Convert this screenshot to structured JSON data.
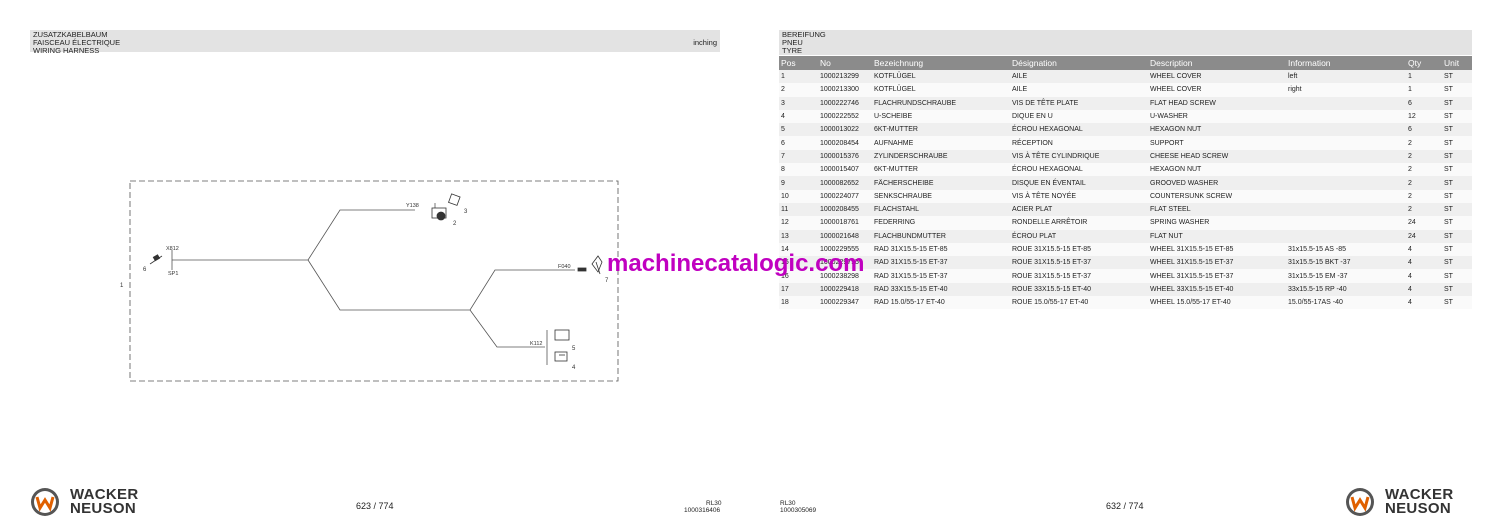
{
  "left_page": {
    "header": {
      "lines": [
        "ZUSATZKABELBAUM",
        "FAISCEAU ÉLECTRIQUE",
        "WIRING HARNESS"
      ],
      "right_label": "inching"
    },
    "diagram": {
      "labels": {
        "y138": "Y138",
        "x812": "X812",
        "sp1": "SP1",
        "f040": "F040",
        "k112": "K112",
        "n1": "1",
        "n2": "2",
        "n3": "3",
        "n4": "4",
        "n5": "5",
        "n6": "6",
        "n7": "7"
      }
    },
    "footer": {
      "brand": [
        "WACKER",
        "NEUSON"
      ],
      "page": "623 / 774",
      "model": "RL30",
      "doc_no": "1000316406"
    }
  },
  "right_page": {
    "header": {
      "lines": [
        "BEREIFUNG",
        "PNEU",
        "TYRE"
      ]
    },
    "table": {
      "columns": [
        "Pos",
        "No",
        "Bezeichnung",
        "Désignation",
        "Description",
        "Information",
        "Qty",
        "Unit"
      ],
      "rows": [
        [
          "1",
          "1000213299",
          "KOTFLÜGEL",
          "AILE",
          "WHEEL COVER",
          "left",
          "1",
          "ST"
        ],
        [
          "2",
          "1000213300",
          "KOTFLÜGEL",
          "AILE",
          "WHEEL COVER",
          "right",
          "1",
          "ST"
        ],
        [
          "3",
          "1000222746",
          "FLACHRUNDSCHRAUBE",
          "VIS DE TÊTE PLATE",
          "FLAT HEAD SCREW",
          "",
          "6",
          "ST"
        ],
        [
          "4",
          "1000222552",
          "U-SCHEIBE",
          "DIQUE EN U",
          "U-WASHER",
          "",
          "12",
          "ST"
        ],
        [
          "5",
          "1000013022",
          "6KT-MUTTER",
          "ÉCROU HEXAGONAL",
          "HEXAGON NUT",
          "",
          "6",
          "ST"
        ],
        [
          "6",
          "1000208454",
          "AUFNAHME",
          "RÉCEPTION",
          "SUPPORT",
          "",
          "2",
          "ST"
        ],
        [
          "7",
          "1000015376",
          "ZYLINDERSCHRAUBE",
          "VIS À TÊTE CYLINDRIQUE",
          "CHEESE HEAD SCREW",
          "",
          "2",
          "ST"
        ],
        [
          "8",
          "1000015407",
          "6KT-MUTTER",
          "ÉCROU HEXAGONAL",
          "HEXAGON NUT",
          "",
          "2",
          "ST"
        ],
        [
          "9",
          "1000082652",
          "FÄCHERSCHEIBE",
          "DISQUE EN ÉVENTAIL",
          "GROOVED WASHER",
          "",
          "2",
          "ST"
        ],
        [
          "10",
          "1000224077",
          "SENKSCHRAUBE",
          "VIS À TÊTE NOYÉE",
          "COUNTERSUNK SCREW",
          "",
          "2",
          "ST"
        ],
        [
          "11",
          "1000208455",
          "FLACHSTAHL",
          "ACIER PLAT",
          "FLAT STEEL",
          "",
          "2",
          "ST"
        ],
        [
          "12",
          "1000018761",
          "FEDERRING",
          "RONDELLE ARRÊTOIR",
          "SPRING WASHER",
          "",
          "24",
          "ST"
        ],
        [
          "13",
          "1000021648",
          "FLACHBUNDMUTTER",
          "ÉCROU PLAT",
          "FLAT NUT",
          "",
          "24",
          "ST"
        ],
        [
          "14",
          "1000229555",
          "RAD 31X15.5-15 ET-85",
          "ROUE 31X15.5-15 ET-85",
          "WHEEL 31X15.5-15 ET-85",
          "31x15.5-15 AS -85",
          "4",
          "ST"
        ],
        [
          "15",
          "1000229795",
          "RAD 31X15.5-15 ET-37",
          "ROUE 31X15.5-15 ET-37",
          "WHEEL 31X15.5-15 ET-37",
          "31x15.5-15 BKT -37",
          "4",
          "ST"
        ],
        [
          "16",
          "1000238298",
          "RAD 31X15.5-15 ET-37",
          "ROUE 31X15.5-15 ET-37",
          "WHEEL 31X15.5-15 ET-37",
          "31x15.5-15 EM -37",
          "4",
          "ST"
        ],
        [
          "17",
          "1000229418",
          "RAD 33X15.5-15 ET-40",
          "ROUE 33X15.5-15 ET-40",
          "WHEEL 33X15.5-15 ET-40",
          "33x15.5-15 RP -40",
          "4",
          "ST"
        ],
        [
          "18",
          "1000229347",
          "RAD 15.0/55-17 ET-40",
          "ROUE 15.0/55-17 ET-40",
          "WHEEL 15.0/55-17 ET-40",
          "15.0/55-17AS -40",
          "4",
          "ST"
        ]
      ]
    },
    "footer": {
      "brand": [
        "WACKER",
        "NEUSON"
      ],
      "page": "632 / 774",
      "model": "RL30",
      "doc_no": "1000305069"
    }
  },
  "watermark": "machinecatalogic.com",
  "colors": {
    "header_bg": "#e3e3e3",
    "table_header_bg": "#8b8b8b",
    "row_odd": "#efefef",
    "row_even": "#fafafa",
    "watermark": "#c000c0"
  }
}
